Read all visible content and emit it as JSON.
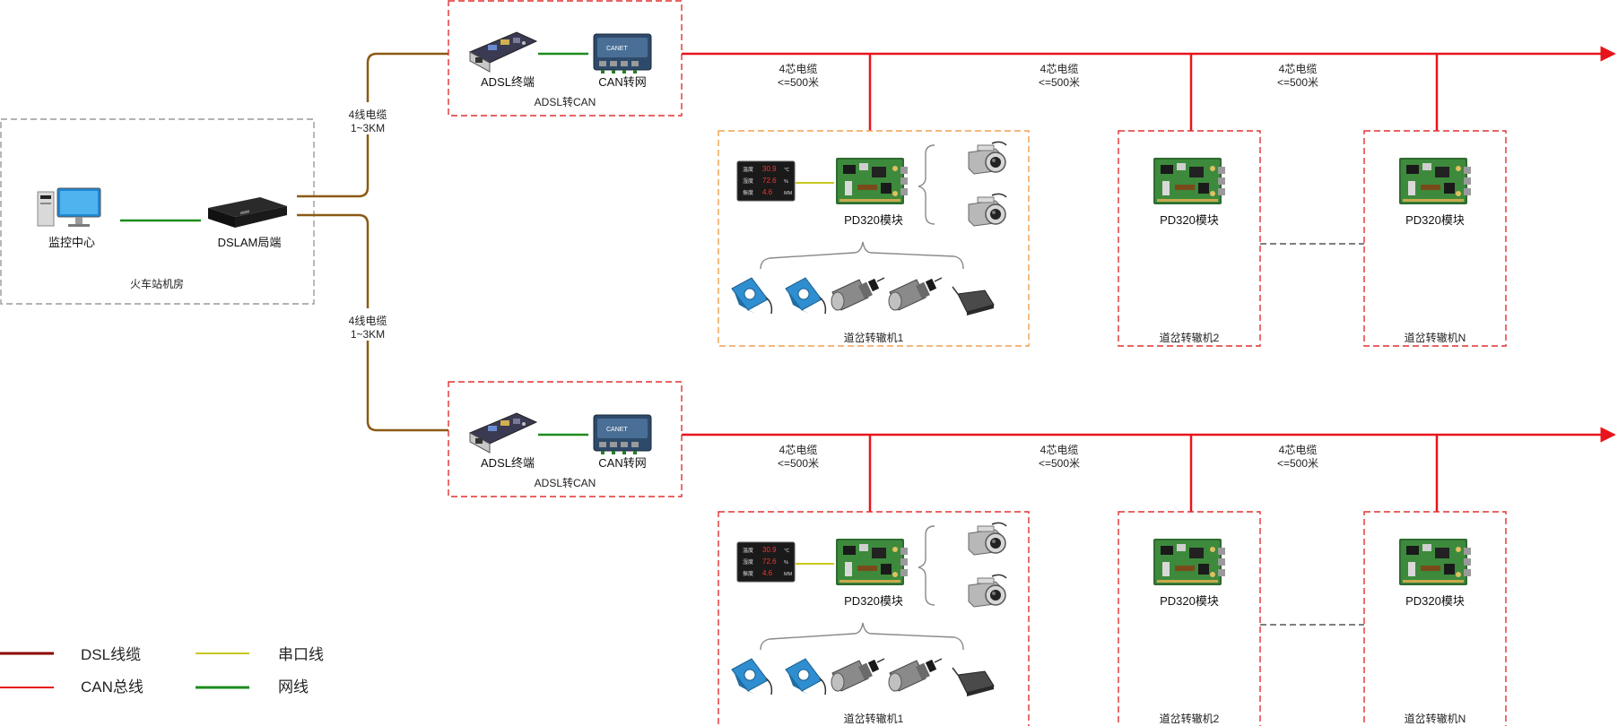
{
  "station": {
    "box_label": "火车站机房",
    "monitor_label": "监控中心",
    "dslam_label": "DSLAM局端"
  },
  "trunk_cables": [
    {
      "line1": "4线电缆",
      "line2": "1~3KM"
    },
    {
      "line1": "4线电缆",
      "line2": "1~3KM"
    }
  ],
  "converters": [
    {
      "box_label": "ADSL转CAN",
      "adsl_label": "ADSL终端",
      "can_label": "CAN转网"
    },
    {
      "box_label": "ADSL转CAN",
      "adsl_label": "ADSL终端",
      "can_label": "CAN转网"
    }
  ],
  "rows": [
    {
      "cables": [
        {
          "line1": "4芯电缆",
          "line2": "<=500米"
        },
        {
          "line1": "4芯电缆",
          "line2": "<=500米"
        },
        {
          "line1": "4芯电缆",
          "line2": "<=500米"
        }
      ],
      "machines": [
        {
          "label": "道岔转辙机1",
          "module_label": "PD320模块"
        },
        {
          "label": "道岔转辙机2",
          "module_label": "PD320模块"
        },
        {
          "label": "道岔转辙机N",
          "module_label": "PD320模块"
        }
      ]
    },
    {
      "cables": [
        {
          "line1": "4芯电缆",
          "line2": "<=500米"
        },
        {
          "line1": "4芯电缆",
          "line2": "<=500米"
        },
        {
          "line1": "4芯电缆",
          "line2": "<=500米"
        }
      ],
      "machines": [
        {
          "label": "道岔转辙机1",
          "module_label": "PD320模块"
        },
        {
          "label": "道岔转辙机2",
          "module_label": "PD320模块"
        },
        {
          "label": "道岔转辙机N",
          "module_label": "PD320模块"
        }
      ]
    }
  ],
  "display_panel": {
    "rows": [
      {
        "name": "温度",
        "value": "30.9",
        "unit": "℃"
      },
      {
        "name": "湿度",
        "value": "72.6",
        "unit": "%"
      },
      {
        "name": "振度",
        "value": "4.6",
        "unit": "MM"
      }
    ]
  },
  "legend": {
    "dsl": "DSL线缆",
    "can": "CAN总线",
    "serial": "串口线",
    "network": "网线"
  },
  "colors": {
    "dsl": "#8b0000",
    "can": "#e8141c",
    "serial": "#c8c820",
    "network": "#1c8c1c",
    "trunk": "#8b5a14",
    "station_border": "#9a9a9a",
    "machine1_border": "#f0a050",
    "dashed_red": "#e03030"
  }
}
